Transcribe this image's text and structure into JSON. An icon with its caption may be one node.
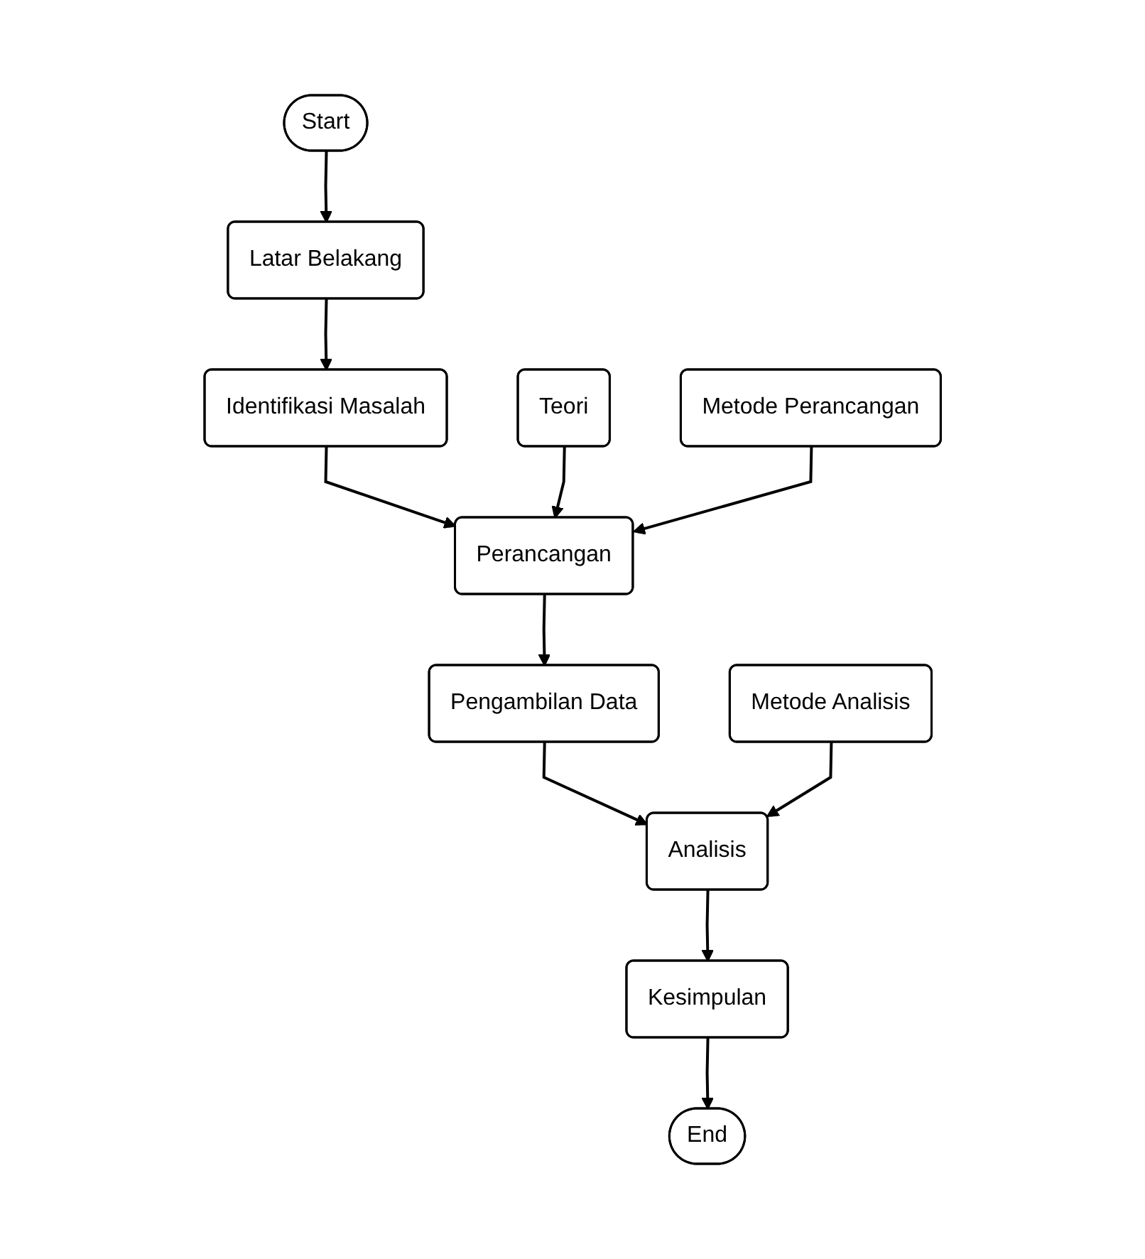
{
  "diagram": {
    "nodes": [
      {
        "text": [
          "Start"
        ]
      },
      {
        "text": [
          "Latar Belakang"
        ]
      },
      {
        "text": [
          "Identifikasi Masalah"
        ]
      },
      {
        "text": [
          "Teori"
        ]
      },
      {
        "text": [
          "Metode Perancangan"
        ]
      },
      {
        "text": [
          "Perancangan"
        ]
      },
      {
        "text": [
          "Pengambilan Data"
        ]
      },
      {
        "text": [
          "Metode Analisis"
        ]
      },
      {
        "text": [
          "Analisis"
        ]
      },
      {
        "text": [
          "Kesimpulan"
        ]
      },
      {
        "text": [
          "End"
        ]
      }
    ],
    "edges": [
      {
        "from": 0,
        "to": 1,
        "arrow": "to"
      },
      {
        "from": 1,
        "to": 2,
        "arrow": "to"
      },
      {
        "from": 2,
        "to": 5,
        "arrow": "to"
      },
      {
        "from": 3,
        "to": 5,
        "arrow": "to"
      },
      {
        "from": 4,
        "to": 5,
        "arrow": "to"
      },
      {
        "from": 5,
        "to": 6,
        "arrow": "to"
      },
      {
        "from": 6,
        "to": 8,
        "arrow": "to"
      },
      {
        "from": 7,
        "to": 8,
        "arrow": "to"
      },
      {
        "from": 8,
        "to": 9,
        "arrow": "to"
      },
      {
        "from": 9,
        "to": 10,
        "arrow": "to"
      }
    ]
  }
}
